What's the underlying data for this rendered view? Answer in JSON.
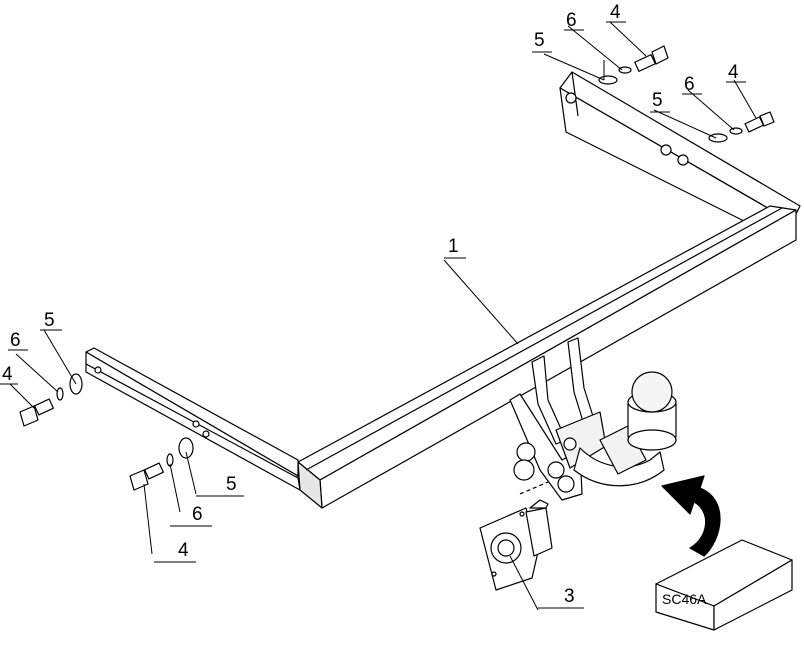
{
  "callouts": {
    "towbar": "1",
    "socket_plate": "3",
    "bolt": "4",
    "washer_large": "5",
    "washer_spring": "6"
  },
  "kit_box": {
    "label": "SC46A"
  },
  "colors": {
    "line": "#000000",
    "fill": "#ffffff",
    "shade": "#d8d8d8"
  }
}
